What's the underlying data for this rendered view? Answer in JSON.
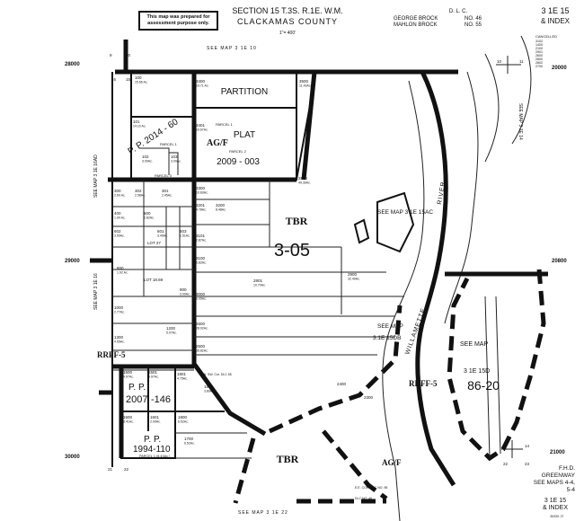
{
  "header": {
    "disclaimer": "This map was prepared for assessment purpose only.",
    "section": "SECTION 15 T.3S. R.1E. W.M.",
    "county": "CLACKAMAS COUNTY",
    "scale": "1\"= 400'",
    "dlc_label": "D. L. C.",
    "dlc_rows": [
      {
        "name": "GEORGE   BROCK",
        "no": "NO. 46"
      },
      {
        "name": "MAHLON   BROCK",
        "no": "NO. 55"
      }
    ],
    "map_number": "3 1E 15",
    "index": "& INDEX",
    "cancelled_label": "CANCELLED",
    "cancelled": [
      "3102",
      "1400",
      "2100",
      "2901",
      "2600",
      "2800",
      "2802",
      "2700"
    ]
  },
  "grid": {
    "left": [
      "28000",
      "29000",
      "30000"
    ],
    "right": [
      "20000",
      "20800",
      "21000"
    ]
  },
  "section_corners": {
    "nw": [
      "9",
      "10",
      "16",
      "15"
    ],
    "ne": [
      "10",
      "11",
      "14"
    ],
    "sw": [
      "21",
      "22"
    ],
    "se": [
      "23",
      "22",
      "14"
    ]
  },
  "see_maps": {
    "top": "SEE   MAP   3 1E 10",
    "bottom": "SEE   MAP   3 1E 22",
    "left": "SEE MAP 3 1E 16",
    "left2": "SEE MAP 3 1E 16AD",
    "right": "SEE MAP 3 1E 14",
    "ac": "SEE MAP 3 1E 15AC",
    "db_a": "SEE MAP",
    "db_b": "3.1E 15DB",
    "d_a": "SEE   MAP",
    "d_b": "3   1E   15D"
  },
  "zones": [
    "PARTITION",
    "PLAT",
    "AG/F",
    "TBR",
    "3-05",
    "RRFF-5",
    "RRFF-5",
    "TBR",
    "AG/F",
    "86-20"
  ],
  "plats": {
    "pp1": "P. P.  2014 - 60",
    "pp1_parcel": "PARCEL 1",
    "partition_no": "2009 - 003",
    "pp2_a": "P. P.",
    "pp2_b": "2007",
    "pp2_c": "-146",
    "pp3_a": "P. P.",
    "pp3_b": "1994-110",
    "pp3_c": "PARCEL 1 (8.43Ac.)",
    "parcel1": "PARCEL 1",
    "parcel2": "PARCEL 2",
    "parcel3": "PARCEL 3"
  },
  "parcels": [
    {
      "id": "100",
      "ac": "15.66 Ac."
    },
    {
      "id": "3400",
      "ac": "19.71 Ac."
    },
    {
      "id": "3500",
      "ac": "11.43Ac."
    },
    {
      "id": "101",
      "ac": "14.10 Ac."
    },
    {
      "id": "3401",
      "ac": "19.67Ac."
    },
    {
      "id": "102",
      "ac": "3.00Ac."
    },
    {
      "id": "103",
      "ac": "3.00Ac."
    },
    {
      "id": "3300",
      "ac": "10.83Ac."
    },
    {
      "id": "2800",
      "ac": "49.39Ac."
    },
    {
      "id": "300",
      "ac": "2.60 Ac."
    },
    {
      "id": "302",
      "ac": "2.58Ac."
    },
    {
      "id": "301",
      "ac": "2.45Ac."
    },
    {
      "id": "3201",
      "ac": "4.78Ac."
    },
    {
      "id": "3200",
      "ac": "8.48Ac."
    },
    {
      "id": "400",
      "ac": "1.90 Ac."
    },
    {
      "id": "500",
      "ac": "2.82Ac."
    },
    {
      "id": "602",
      "ac": "3.59Ac."
    },
    {
      "id": "601",
      "ac": "3.49Ac."
    },
    {
      "id": "603",
      "ac": "1.51Ac."
    },
    {
      "id": "3101",
      "ac": "2.87Ac."
    },
    {
      "id": "3100",
      "ac": "5.82Ac."
    },
    {
      "id": "800",
      "ac": "1.92 Ac."
    },
    {
      "id": "900",
      "ac": "3.00Ac."
    },
    {
      "id": "2801",
      "ac": "10.70Ac."
    },
    {
      "id": "2900",
      "ac": "32.49Ac."
    },
    {
      "id": "3000",
      "ac": "5.05Ac."
    },
    {
      "id": "1000",
      "ac": "2.77Ac."
    },
    {
      "id": "2600",
      "ac": "28.02Ac."
    },
    {
      "id": "2500",
      "ac": "35.82Ac."
    },
    {
      "id": "1300",
      "ac": "4.55Ac."
    },
    {
      "id": "1200",
      "ac": "5.07Ac."
    },
    {
      "id": "1500",
      "ac": "4.97Ac."
    },
    {
      "id": "1501",
      "ac": "4.97Ac."
    },
    {
      "id": "1901",
      "ac": "4.75Ac."
    },
    {
      "id": "1900",
      "ac": "3.89Ac."
    },
    {
      "id": "1600",
      "ac": "8.41Ac."
    },
    {
      "id": "1601",
      "ac": "2.00Ac."
    },
    {
      "id": "1800",
      "ac": "6.52Ac."
    },
    {
      "id": "1700",
      "ac": "6.52Ac."
    },
    {
      "id": "2400",
      "ac": ""
    },
    {
      "id": "2300",
      "ac": ""
    }
  ],
  "lots": [
    "LOT  27",
    "LOT  18.69"
  ],
  "notes": {
    "dlc55": "W. SW. Cor. DLC 55",
    "dlc46": "E.E. COR. DLC NO. 55",
    "dlc46b": "DLC NO. 46",
    "river": "WILLAMETTE",
    "river2": "RIVER"
  },
  "footer": {
    "fhd": "F.H.D.",
    "greenway": "GREENWAY",
    "see_maps": "SEE MAPS 4-4,",
    "see_maps2": "5-4",
    "map_number": "3 1E 15",
    "index": "& INDEX",
    "book": "BOOK 27"
  }
}
